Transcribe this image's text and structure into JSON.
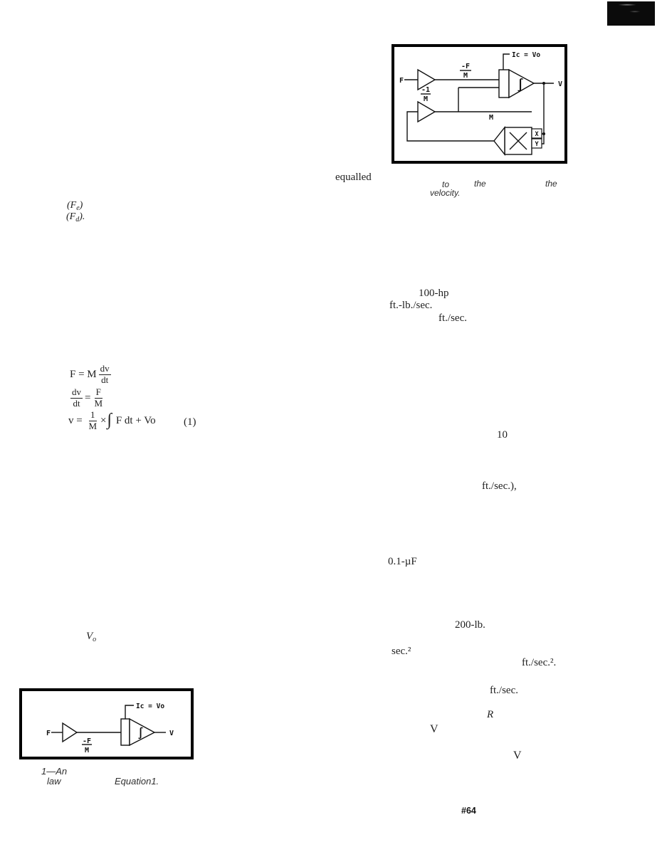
{
  "page": {
    "footer_mark": "#64"
  },
  "figure_top": {
    "labels": {
      "input": "F",
      "gain_num": "-1",
      "gain_den": "M",
      "signal_num": "-F",
      "signal_den": "M",
      "ic": "Ic = Vo",
      "integral": "∫",
      "output": "V",
      "mass": "M",
      "mult_x": "X",
      "mult_y": "Y"
    },
    "caption": {
      "lead": "equalled",
      "word1": "to",
      "word2": "the",
      "word3": "the",
      "word4": "velocity."
    }
  },
  "figure_bottom": {
    "labels": {
      "input": "F",
      "signal_num": "-F",
      "signal_den": "M",
      "ic": "Ic = Vo",
      "integral": "∫",
      "output": "V"
    },
    "caption": {
      "line1": "1—An",
      "line2": "law",
      "line3": "Equation1."
    }
  },
  "body_fragments": {
    "force_e_open": "(F",
    "force_e_sub": "e",
    "force_e_close": ")",
    "force_d_open": "(F",
    "force_d_sub": "d",
    "force_d_close": ").",
    "hp": "100-hp",
    "ft_lb_sec": "ft.-lb./sec.",
    "ft_sec_1": "ft./sec.",
    "ten": "10",
    "ft_sec_paren": "ft./sec.),",
    "capacitor": "0.1-µF",
    "lb_200": "200-lb.",
    "sec_sq": "sec.²",
    "ft_sec_sq": "ft./sec.².",
    "ft_sec_2": "ft./sec.",
    "r_symbol": "R",
    "v_1": "V",
    "v_2": "V",
    "vo_base": "V",
    "vo_sub": "o"
  },
  "equations": {
    "eq1_lhs": "F = M",
    "eq1_num": "dv",
    "eq1_den": "dt",
    "eq2_num": "dv",
    "eq2_den": "dt",
    "eq2_equals": "=",
    "eq2_num2": "F",
    "eq2_den2": "M",
    "eq3_lhs": "v = ",
    "eq3_num": "1",
    "eq3_den": "M",
    "eq3_times": "×",
    "eq3_integral": "∫",
    "eq3_rhs": " F dt + Vo",
    "eq3_number": "(1)"
  }
}
